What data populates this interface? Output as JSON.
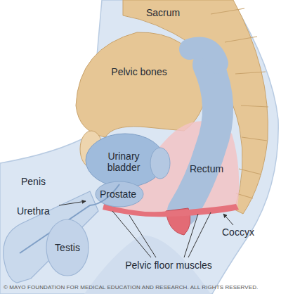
{
  "diagram": {
    "labels": [
      "Sacrum",
      "Pelvic bones",
      "Urinary bladder",
      "Rectum",
      "Penis",
      "Prostate",
      "Coccyx",
      "Urethra",
      "Testis",
      "Pelvic floor muscles",
      "© MAYO FOUNDATION FOR MEDICAL EDUCATION AND RESEARCH. ALL RIGHTS RESERVED."
    ]
  }
}
